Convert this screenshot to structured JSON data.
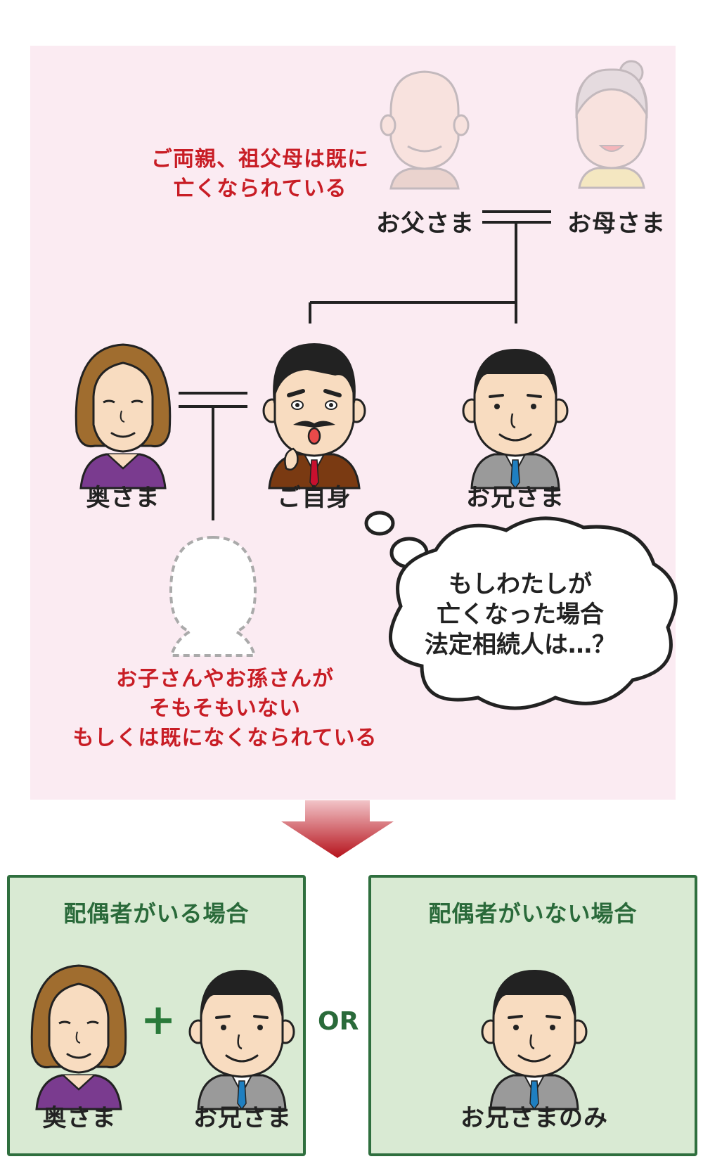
{
  "tree": {
    "note_parents": [
      "ご両親、祖父母は既に",
      "亡くなられている"
    ],
    "father": "お父さま",
    "mother": "お母さま",
    "wife": "奥さま",
    "self": "ご自身",
    "brother": "お兄さま",
    "note_children": [
      "お子さんやお孫さんが",
      "そもそもいない",
      "もしくは既になくなられている"
    ],
    "thought": [
      "もしわたしが",
      "亡くなった場合",
      "法定相続人は…？"
    ]
  },
  "result": {
    "with_spouse_title": "配偶者がいる場合",
    "with_spouse_wife": "奥さま",
    "with_spouse_brother": "お兄さま",
    "or_label": "OR",
    "no_spouse_title": "配偶者がいない場合",
    "no_spouse_brother": "お兄さまのみ"
  },
  "colors": {
    "panel": "#fbebf2",
    "note_red": "#c81d25",
    "box_green": "#d9ead3",
    "green_text": "#2a6a3a"
  }
}
